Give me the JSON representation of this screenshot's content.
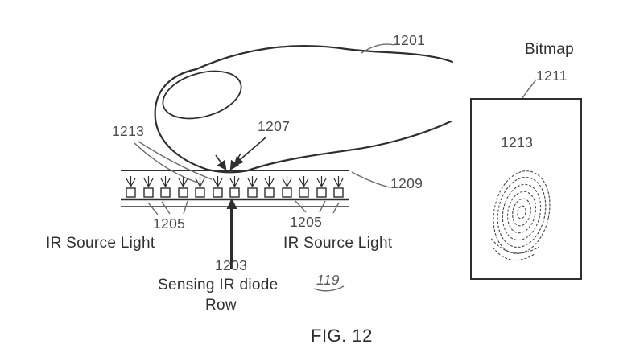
{
  "figure": {
    "caption": "FIG. 12",
    "refs": {
      "finger": "1201",
      "contact": "1213",
      "touch_arrow": "1207",
      "cover": "1209",
      "ir_left": "1205",
      "ir_right": "1205",
      "diode_arrow": "1203",
      "device": "119"
    },
    "texts": {
      "ir_source_left": "IR Source Light",
      "ir_source_right": "IR Source Light",
      "sensing_line1": "Sensing IR diode",
      "sensing_line2": "Row"
    },
    "bitmap": {
      "title": "Bitmap",
      "ref": "1211",
      "fingerprint_ref": "1213"
    },
    "colors": {
      "ink": "#2e2e2e",
      "leader": "#6b6b6b",
      "text": "#3b3b3b"
    }
  }
}
